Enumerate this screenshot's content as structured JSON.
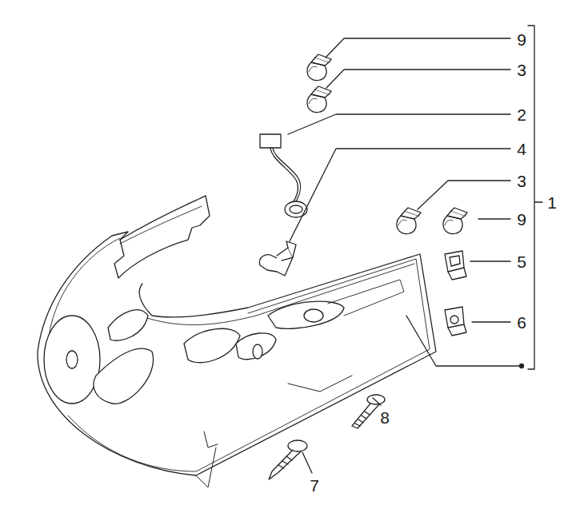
{
  "diagram": {
    "labels": [
      "9",
      "3",
      "2",
      "4",
      "1",
      "3",
      "9",
      "5",
      "6",
      "8",
      "7"
    ]
  }
}
